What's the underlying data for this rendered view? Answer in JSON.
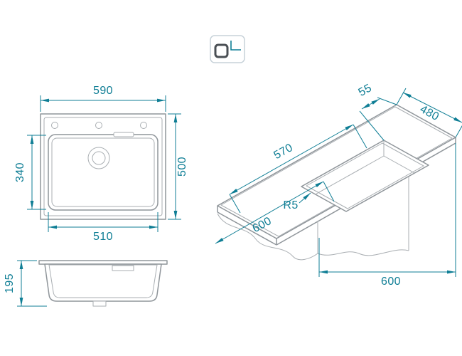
{
  "colors": {
    "dimension": "#0f7e95",
    "drawing_dark": "#8f959a",
    "drawing_light": "#a9aeb2"
  },
  "icons": {
    "mount_type": "inset-mount-icon"
  },
  "views": {
    "top_view": {
      "width_label": "590",
      "height_label": "500",
      "basin_height_label": "340",
      "basin_width_label": "510"
    },
    "side_view": {
      "depth_label": "195"
    },
    "iso_view": {
      "edge_offset_label": "55",
      "depth_label": "480",
      "basin_length_label": "570",
      "width_label": "600",
      "corner_radius_label": "R5",
      "cabinet_width_label": "600"
    }
  }
}
